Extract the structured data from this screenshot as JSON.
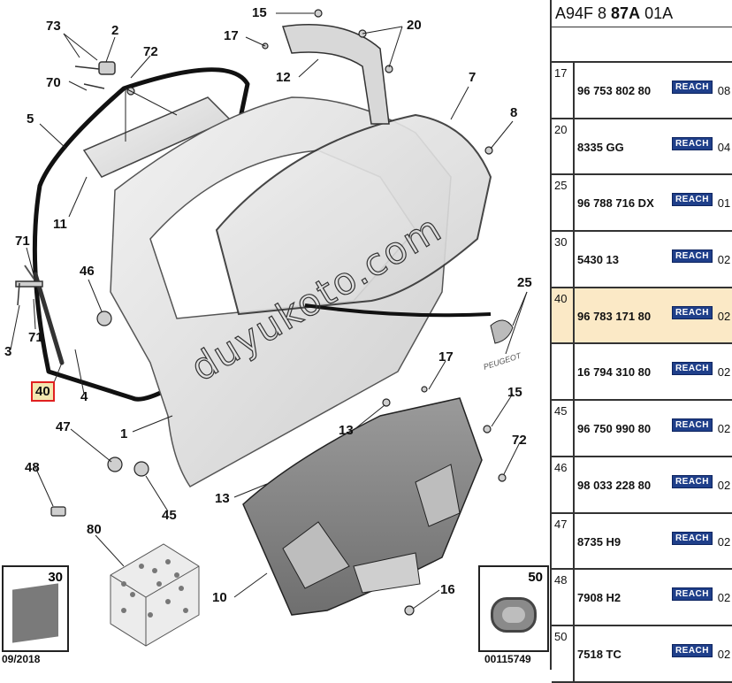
{
  "header": {
    "prefix": "A94F 8 ",
    "bold": "87A",
    "suffix": " 01A"
  },
  "parts": [
    {
      "ref": "17",
      "number": "96 753 802 80",
      "badge": "REACH",
      "qty": "08",
      "highlighted": false
    },
    {
      "ref": "20",
      "number": "8335 GG",
      "badge": "REACH",
      "qty": "04",
      "highlighted": false
    },
    {
      "ref": "25",
      "number": "96 788 716 DX",
      "badge": "REACH",
      "qty": "01",
      "highlighted": false
    },
    {
      "ref": "30",
      "number": "5430 13",
      "badge": "REACH",
      "qty": "02",
      "highlighted": false
    },
    {
      "ref": "40",
      "number": "96 783 171 80",
      "badge": "REACH",
      "qty": "02",
      "highlighted": true
    },
    {
      "ref": "",
      "number": "16 794 310 80",
      "badge": "REACH",
      "qty": "02",
      "highlighted": false
    },
    {
      "ref": "45",
      "number": "96 750 990 80",
      "badge": "REACH",
      "qty": "02",
      "highlighted": false
    },
    {
      "ref": "46",
      "number": "98 033 228 80",
      "badge": "REACH",
      "qty": "02",
      "highlighted": false
    },
    {
      "ref": "47",
      "number": "8735 H9",
      "badge": "REACH",
      "qty": "02",
      "highlighted": false
    },
    {
      "ref": "48",
      "number": "7908 H2",
      "badge": "REACH",
      "qty": "02",
      "highlighted": false
    },
    {
      "ref": "50",
      "number": "7518 TC",
      "badge": "REACH",
      "qty": "02",
      "highlighted": false
    }
  ],
  "diagram": {
    "callouts": {
      "c73": "73",
      "c2": "2",
      "c72a": "72",
      "c70": "70",
      "c5": "5",
      "c11": "11",
      "c15a": "15",
      "c17a": "17",
      "c20": "20",
      "c12": "12",
      "c7": "7",
      "c8": "8",
      "c71a": "71",
      "c71b": "71",
      "c3": "3",
      "c46": "46",
      "c40": "40",
      "c4": "4",
      "c1": "1",
      "c25": "25",
      "c17b": "17",
      "c15b": "15",
      "c13a": "13",
      "c13b": "13",
      "c47": "47",
      "c45": "45",
      "c48": "48",
      "c72b": "72",
      "c80": "80",
      "c10": "10",
      "c16": "16"
    },
    "inset_left_label": "30",
    "inset_right_label": "50",
    "date_code": "09/2018",
    "image_code": "00115749",
    "watermark": "duyukoto.com",
    "brand_badge": "PEUGEOT",
    "highlighted_ref": "40"
  }
}
